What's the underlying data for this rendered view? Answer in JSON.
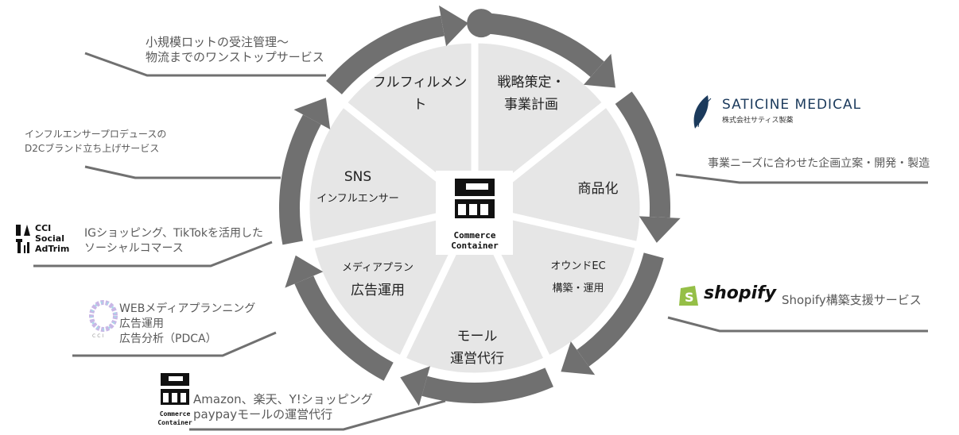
{
  "segments": [
    {
      "line1": "戦略策定・",
      "line2": "事業計画"
    },
    {
      "line1": "商品化",
      "line2": ""
    },
    {
      "line1": "オウンドEC",
      "line2": "構築・運用"
    },
    {
      "line1": "モール",
      "line2": "運営代行"
    },
    {
      "line1": "メディアプラン",
      "line2": "広告運用"
    },
    {
      "line1": "SNS",
      "line2": "インフルエンサー"
    },
    {
      "line1": "フルフィルメン",
      "line2": "ト"
    }
  ],
  "center_logo": {
    "line1": "Commerce",
    "line2": "Container"
  },
  "descriptions": {
    "fulfillment": [
      "小規模ロットの受注管理～",
      "物流までのワンストップサービス"
    ],
    "sns": [
      "インフルエンサープロデュースの",
      "D2Cブランド立ち上げサービス"
    ],
    "social": [
      "IGショッピング、TikTokを活用した",
      "ソーシャルコマース"
    ],
    "media": [
      "WEBメディアプランニング",
      "広告運用",
      "広告分析（PDCA）"
    ],
    "mall": [
      "Amazon、楽天、Y!ショッピング",
      "paypayモールの運営代行"
    ],
    "product": [
      "事業ニーズに合わせた企画立案・開発・製造"
    ],
    "shopify": [
      "Shopify構築支援サービス"
    ]
  },
  "logos": {
    "saticine": {
      "name": "SATICINE MEDICAL",
      "sub": "株式会社サティス製薬"
    },
    "shopify": {
      "name": "shopify"
    },
    "cci_social": {
      "lines": [
        "CCI",
        "Social",
        "AdTrim"
      ]
    },
    "cci": {
      "name": "CCI"
    },
    "commerce_container": {
      "line1": "Commerce",
      "line2": "Container"
    }
  },
  "colors": {
    "ring": "#707070",
    "pie": "#e6e6e6",
    "line": "#707070",
    "shopify_green": "#95bf47",
    "saticine_navy": "#1b3a5c"
  }
}
